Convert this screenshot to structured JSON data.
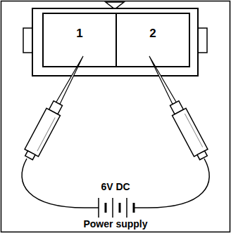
{
  "diagram": {
    "nodes": [
      {
        "text": [
          "1"
        ]
      },
      {
        "text": [
          "2"
        ]
      }
    ],
    "labels": [
      "6V DC",
      "Power supply"
    ]
  }
}
